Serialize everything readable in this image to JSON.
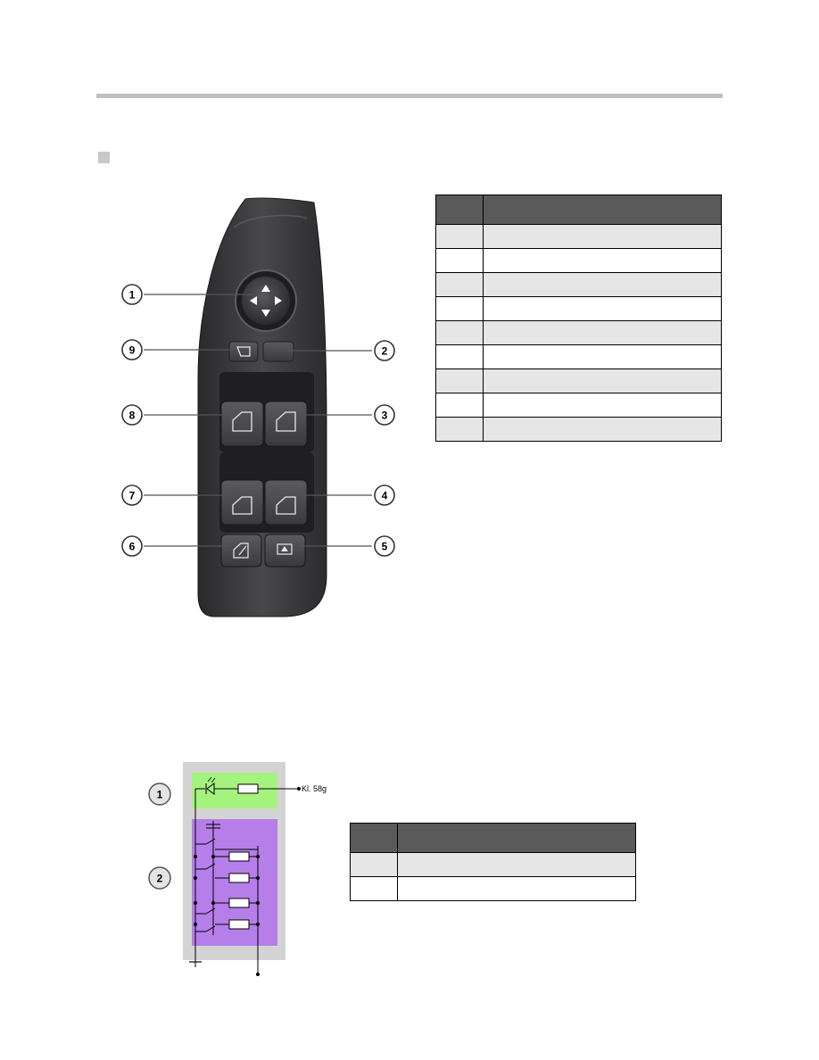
{
  "callouts": [
    "1",
    "2",
    "3",
    "4",
    "5",
    "6",
    "7",
    "8",
    "9"
  ],
  "schematic": {
    "callouts": [
      "1",
      "2"
    ],
    "terminal_label": "Kl. 58g",
    "colors": {
      "top_block": "#a6f27f",
      "bottom_block": "#b57ee8",
      "frame": "#d3d3d3"
    }
  },
  "legend_table_1": {
    "headers": [
      "",
      ""
    ],
    "rows": [
      [
        "",
        ""
      ],
      [
        "",
        ""
      ],
      [
        "",
        ""
      ],
      [
        "",
        ""
      ],
      [
        "",
        ""
      ],
      [
        "",
        ""
      ],
      [
        "",
        ""
      ],
      [
        "",
        ""
      ],
      [
        "",
        ""
      ]
    ]
  },
  "legend_table_2": {
    "headers": [
      "",
      ""
    ],
    "rows": [
      [
        "",
        ""
      ],
      [
        "",
        ""
      ]
    ]
  },
  "colors": {
    "header_fill": "#5a5a5a",
    "rule": "#c0c0c0",
    "panel": "#3e3e40"
  },
  "icons": [
    "mirror-joystick-icon",
    "window-icon",
    "child-lock-icon",
    "window-lock-icon",
    "sunshade-icon"
  ]
}
